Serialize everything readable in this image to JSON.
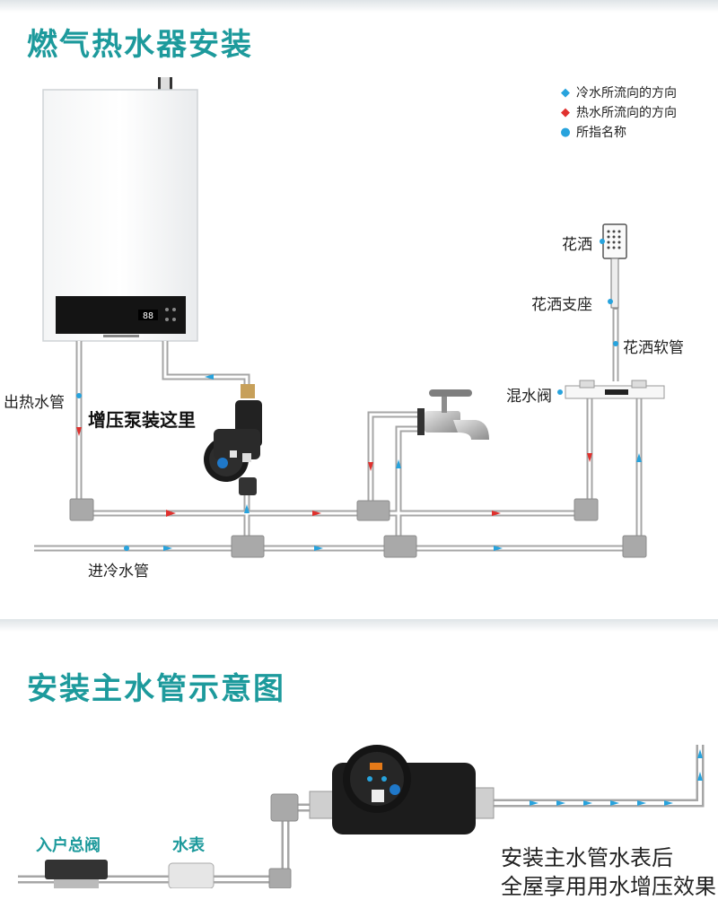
{
  "section1": {
    "title": "燃气热水器安装",
    "legend": [
      {
        "text": "冷水所流向的方向",
        "color": "#27a3dd"
      },
      {
        "text": "热水所流向的方向",
        "color": "#e0312e"
      },
      {
        "text": "所指名称",
        "color": "#27a3dd"
      }
    ],
    "labels": {
      "shower": "花洒",
      "shower_seat": "花洒支座",
      "shower_hose": "花洒软管",
      "mixing_valve": "混水阀",
      "hot_outlet": "出热水管",
      "pump_here": "增压泵装这里",
      "cold_inlet": "进冷水管"
    },
    "heater_display": "88"
  },
  "section2": {
    "title": "安装主水管示意图",
    "labels": {
      "main_valve": "入户总阀",
      "water_meter": "水表"
    },
    "caption_line1": "安装主水管水表后",
    "caption_line2": "全屋享用用水增压效果"
  },
  "colors": {
    "title_teal": "#1d9a9c",
    "cold_blue": "#27a3dd",
    "hot_red": "#e0312e",
    "pipe_gray": "#9a9a9a"
  }
}
